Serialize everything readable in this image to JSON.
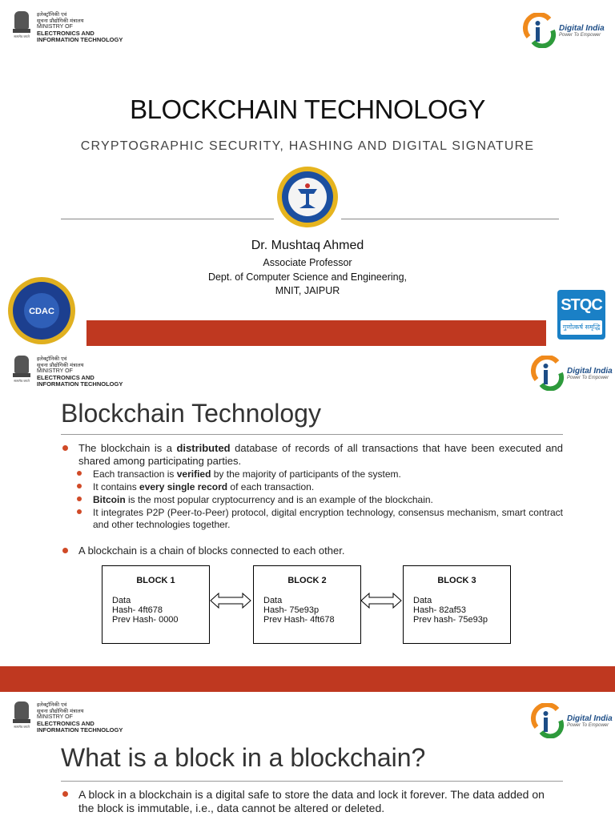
{
  "ministry": {
    "hindi_line1": "इलेक्ट्रॉनिकी एवं",
    "hindi_line2": "सूचना प्रौद्योगिकी मंत्रालय",
    "line1": "MINISTRY OF",
    "line2": "ELECTRONICS AND",
    "line3": "INFORMATION TECHNOLOGY",
    "motto": "सत्यमेव जयते"
  },
  "digital_india": {
    "name": "Digital India",
    "tagline": "Power To Empower"
  },
  "slide1": {
    "title": "BLOCKCHAIN TECHNOLOGY",
    "subtitle": "CRYPTOGRAPHIC SECURITY, HASHING AND DIGITAL SIGNATURE",
    "author": "Dr. Mushtaq Ahmed",
    "position": "Associate Professor",
    "department": "Dept. of Computer Science and Engineering,",
    "institute": "MNIT, JAIPUR",
    "cdac_label": "CDAC",
    "stqc_label": "STQC",
    "stqc_hindi": "गुणोत्कर्ष समृद्धि"
  },
  "slide2": {
    "heading": "Blockchain Technology",
    "bullet1_pre": "The blockchain is a ",
    "bullet1_bold": "distributed",
    "bullet1_post": " database of records of all transactions that have been executed and shared among participating parties.",
    "sub1_pre": "Each transaction is ",
    "sub1_bold": "verified",
    "sub1_post": " by the majority of participants of the system.",
    "sub2_pre": "It contains ",
    "sub2_bold": "every single record",
    "sub2_post": " of each transaction.",
    "sub3_bold": "Bitcoin",
    "sub3_post": " is the most popular cryptocurrency and is an example of the blockchain.",
    "sub4": "It integrates P2P (Peer-to-Peer) protocol, digital encryption technology, consensus mechanism, smart contract and other technologies together.",
    "bullet2": "A blockchain is a chain of blocks connected to each other.",
    "blocks": [
      {
        "title": "BLOCK 1",
        "data": "Data",
        "hash": "Hash- 4ft678",
        "prev": "Prev Hash- 0000"
      },
      {
        "title": "BLOCK 2",
        "data": "Data",
        "hash": "Hash- 75e93p",
        "prev": "Prev Hash- 4ft678"
      },
      {
        "title": "BLOCK 3",
        "data": "Data",
        "hash": "Hash- 82af53",
        "prev": "Prev hash- 75e93p"
      }
    ]
  },
  "slide3": {
    "heading": "What is a block in a blockchain?",
    "bullet1": "A block in a blockchain is a digital safe to store the data and lock it forever. The data added on the block is immutable, i.e., data cannot be altered or deleted."
  },
  "colors": {
    "accent_red": "#bf3820",
    "bullet": "#d04a27",
    "di_blue": "#1d4d86",
    "stqc_blue": "#1a80c6"
  }
}
